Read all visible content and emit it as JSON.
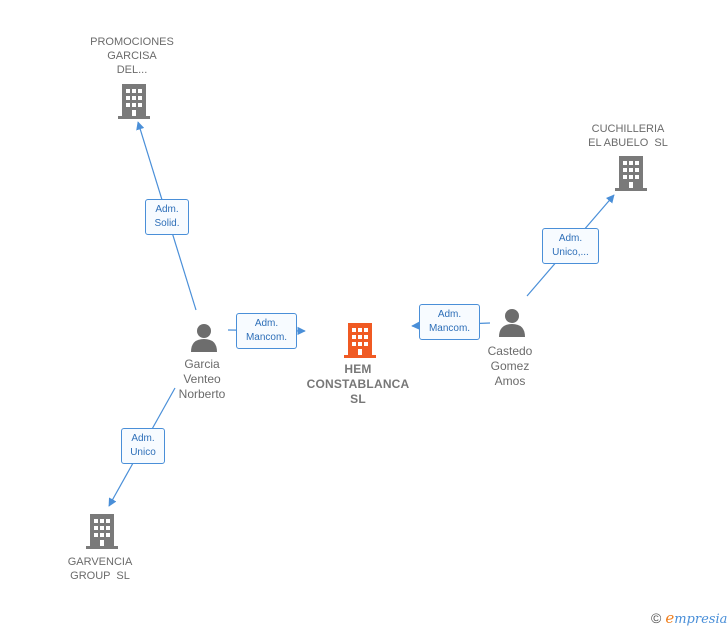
{
  "colors": {
    "company": "#7a7a7a",
    "focus": "#f05a23",
    "person": "#6d6d6d",
    "edge": "#4a8fd8"
  },
  "nodes": {
    "promociones": {
      "label": [
        "PROMOCIONES",
        "GARCISA",
        "DEL..."
      ],
      "icon": "building-icon"
    },
    "cuchilleria": {
      "label": [
        "CUCHILLERIA",
        "EL ABUELO  SL"
      ],
      "icon": "building-icon"
    },
    "hem": {
      "label": [
        "HEM",
        "CONSTABLANCA",
        "SL"
      ],
      "icon": "building-icon"
    },
    "garcia": {
      "label": [
        "Garcia",
        "Venteo",
        "Norberto"
      ],
      "icon": "person-icon"
    },
    "castedo": {
      "label": [
        "Castedo",
        "Gomez",
        "Amos"
      ],
      "icon": "person-icon"
    },
    "garvencia": {
      "label": [
        "GARVENCIA",
        "GROUP  SL"
      ],
      "icon": "building-icon"
    }
  },
  "edges": {
    "garcia_promociones": {
      "label": [
        "Adm.",
        "Solid."
      ]
    },
    "castedo_cuchilleria": {
      "label": [
        "Adm.",
        "Unico,..."
      ]
    },
    "garcia_hem": {
      "label": [
        "Adm.",
        "Mancom."
      ]
    },
    "castedo_hem": {
      "label": [
        "Adm.",
        "Mancom."
      ]
    },
    "garcia_garvencia": {
      "label": [
        "Adm.",
        "Unico"
      ]
    }
  },
  "footer": {
    "copyright": "©",
    "brand_initial": "e",
    "brand_rest": "mpresia"
  }
}
